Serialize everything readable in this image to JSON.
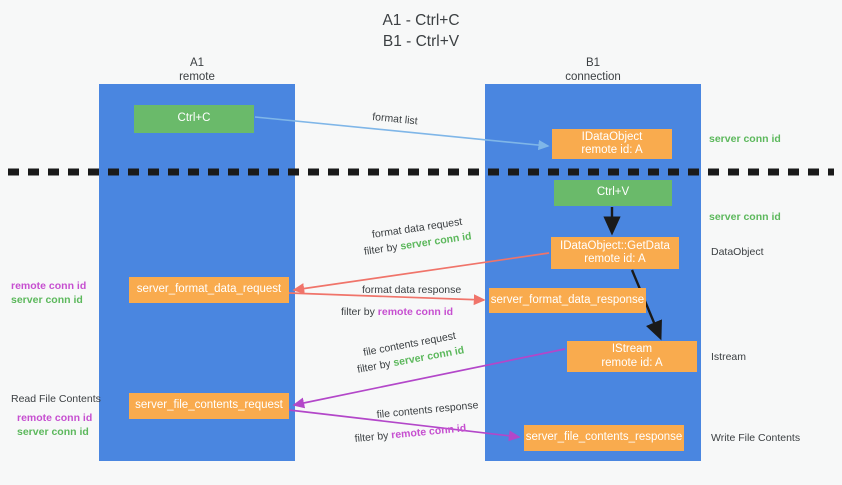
{
  "title": "A1 - Ctrl+C\nB1 - Ctrl+V",
  "columns": {
    "a1": {
      "header": "A1\nremote"
    },
    "b1": {
      "header": "B1\nconnection"
    }
  },
  "boxes": {
    "ctrl_c": "Ctrl+C",
    "ctrl_v": "Ctrl+V",
    "idataobject": "IDataObject\nremote id: A",
    "getdata": "IDataObject::GetData\nremote id: A",
    "istream": "IStream\nremote id: A",
    "format_data_request": "server_format_data_request",
    "format_data_response": "server_format_data_response",
    "file_contents_request": "server_file_contents_request",
    "file_contents_response": "server_file_contents_response"
  },
  "edge_labels": {
    "format_list": "format list",
    "format_data_request": "format data request",
    "format_data_request_filter_prefix": "filter by ",
    "format_data_request_filter_key": "server conn id",
    "format_data_response": "format data response",
    "format_data_response_filter_prefix": "filter by ",
    "format_data_response_filter_key": "remote conn id",
    "file_contents_request": "file contents request",
    "file_contents_request_filter_prefix": "filter by ",
    "file_contents_request_filter_key": "server conn id",
    "file_contents_response": "file contents response",
    "file_contents_response_filter_prefix": "filter by ",
    "file_contents_response_filter_key": "remote conn id"
  },
  "side_labels": {
    "right_server_conn_top": "server conn id",
    "right_server_conn_mid": "server conn id",
    "right_dataobject": "DataObject",
    "right_istream": "Istream",
    "right_write_file": "Write File Contents",
    "left_remote_conn_1": "remote conn id",
    "left_server_conn_1": "server conn id",
    "left_read_file": "Read File Contents",
    "left_remote_conn_2": "remote conn id",
    "left_server_conn_2": "server conn id"
  },
  "colors": {
    "column_blue": "#4a86e0",
    "green_box": "#6aba6a",
    "orange_box": "#f9ab4e",
    "server_conn_green": "#5cb85c",
    "remote_conn_magenta": "#c64fd0",
    "red_arrow": "#f0746a",
    "blue_arrow": "#7fb6e8",
    "purple_arrow": "#b347c9",
    "black_arrow": "#1a1a1a",
    "background": "#f7f8f8"
  }
}
